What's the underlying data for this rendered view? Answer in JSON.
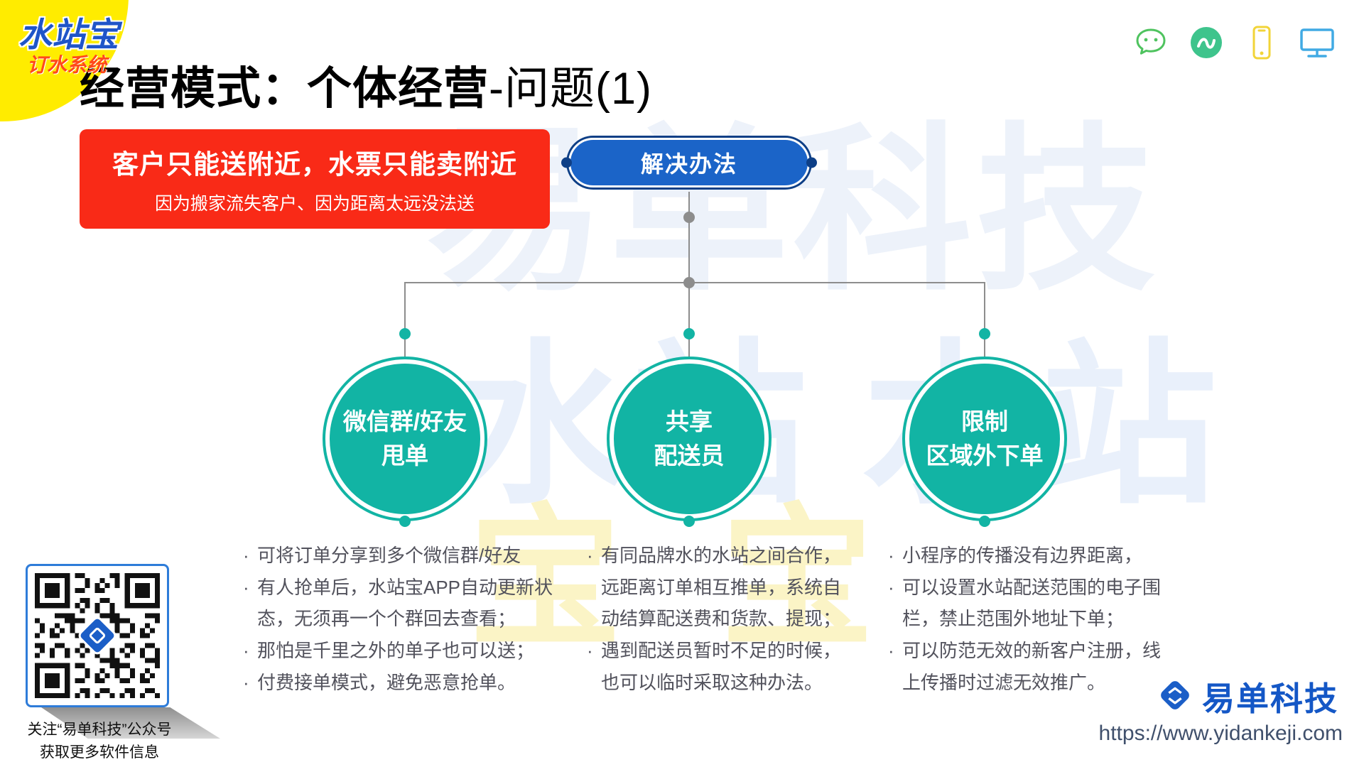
{
  "brand": {
    "logo_title": "水站宝",
    "logo_subtitle": "订水系统"
  },
  "header": {
    "title_main": "经营模式：个体经营",
    "title_suffix": "-问题(1)"
  },
  "problem_box": {
    "title": "客户只能送附近，水票只能卖附近",
    "subtitle": "因为搬家流失客户、因为距离太远没法送"
  },
  "solution_pill": {
    "label": "解决办法"
  },
  "solutions": [
    {
      "label_line1": "微信群/好友",
      "label_line2": "甩单",
      "bullets": [
        "可将订单分享到多个微信群/好友",
        "有人抢单后，水站宝APP自动更新状态，无须再一个个群回去查看；",
        "那怕是千里之外的单子也可以送；",
        "付费接单模式，避免恶意抢单。"
      ]
    },
    {
      "label_line1": "共享",
      "label_line2": "配送员",
      "bullets": [
        "有同品牌水的水站之间合作，远距离订单相互推单，系统自动结算配送费和货款、提现；",
        "遇到配送员暂时不足的时候，也可以临时采取这种办法。"
      ]
    },
    {
      "label_line1": "限制",
      "label_line2": "区域外下单",
      "bullets": [
        "小程序的传播没有边界距离，",
        "可以设置水站配送范围的电子围栏，禁止范围外地址下单；",
        "可以防范无效的新客户注册，线上传播时过滤无效推广。"
      ]
    }
  ],
  "qr": {
    "caption_line1": "关注“易单科技”公众号",
    "caption_line2": "获取更多软件信息"
  },
  "footer": {
    "company": "易单科技",
    "url": "https://www.yidankeji.com"
  },
  "watermarks": {
    "top": "易单科技",
    "middle": "水站 水站",
    "bottom": "宝 宝"
  },
  "icons": {
    "wechat": "wechat-icon",
    "app": "green-app-icon",
    "mobile": "mobile-icon",
    "desktop": "desktop-icon"
  },
  "colors": {
    "accent_red": "#F92A17",
    "accent_blue": "#1B64C8",
    "accent_teal": "#12B4A4",
    "brand_yellow": "#FFEC00",
    "logo_blue": "#1457C6"
  }
}
